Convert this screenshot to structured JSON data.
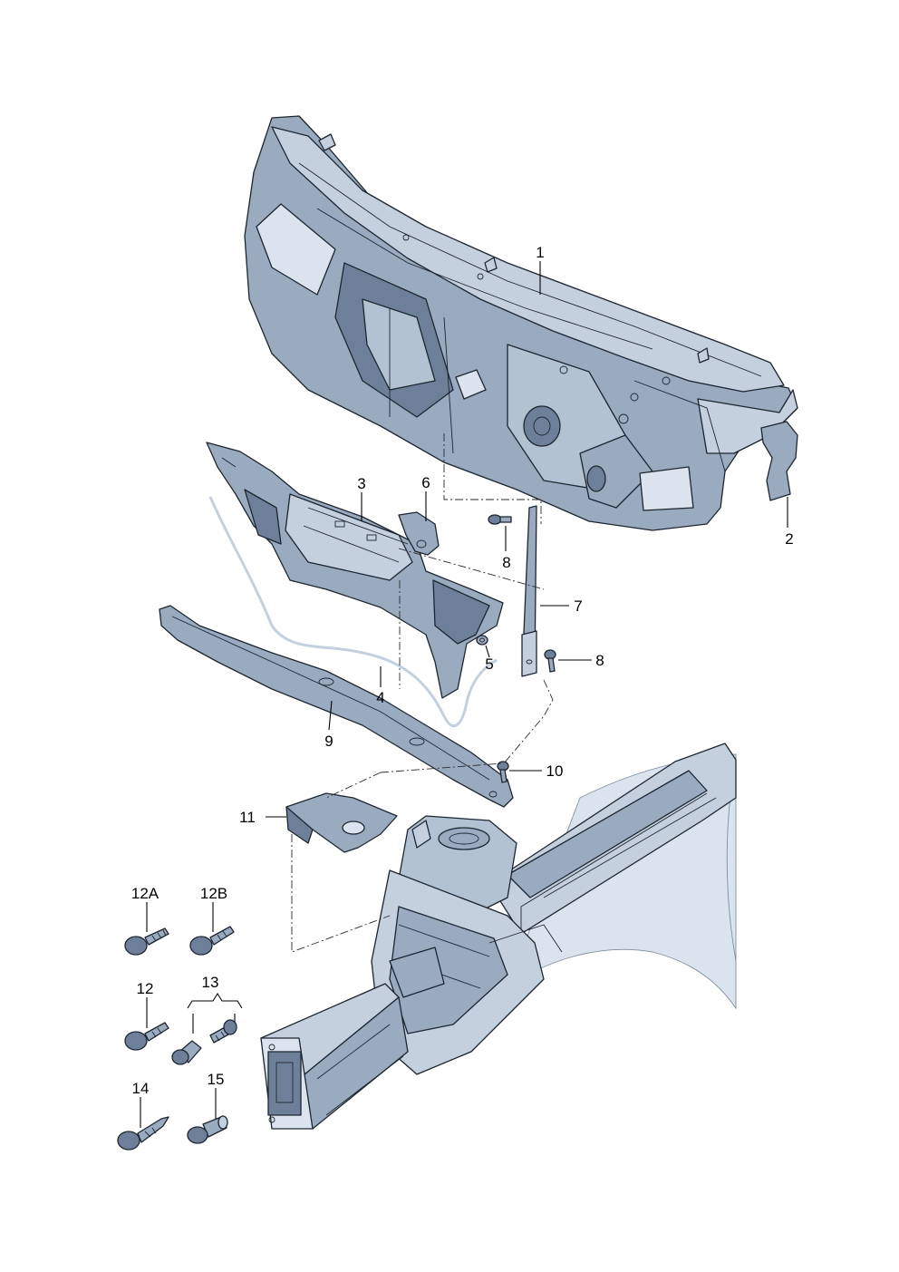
{
  "colors": {
    "part_fill": "#9aaabf",
    "part_fill_light": "#c4d0de",
    "part_fill_dark": "#6e8099",
    "body_fill": "#dbe4ee",
    "body_fill_dark": "#b3c2d3",
    "outline": "#1d2630"
  },
  "callouts": {
    "c1": "1",
    "c2": "2",
    "c3": "3",
    "c4": "4",
    "c5": "5",
    "c6": "6",
    "c7": "7",
    "c8a": "8",
    "c8b": "8",
    "c9": "9",
    "c10": "10",
    "c11": "11",
    "c12a": "12A",
    "c12b": "12B",
    "c12": "12",
    "c13": "13",
    "c14": "14",
    "c15": "15"
  }
}
